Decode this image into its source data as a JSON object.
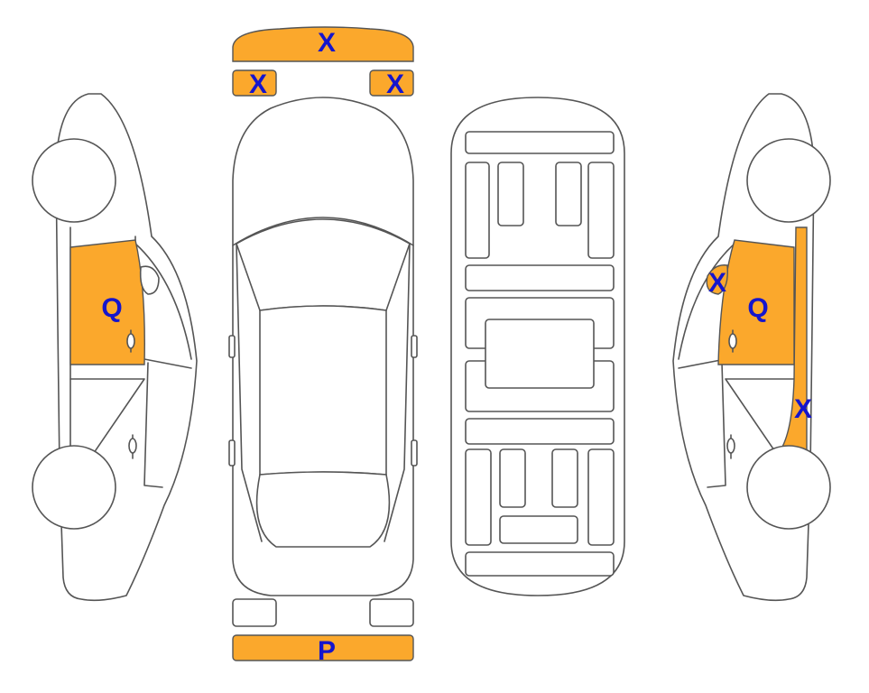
{
  "colors": {
    "damage_fill": "#FBA82C",
    "label_text": "#1515CC",
    "outline": "#555555"
  },
  "markers": {
    "front_bumper": "X",
    "front_left_light": "X",
    "front_right_light": "X",
    "left_front_door": "Q",
    "right_front_door": "Q",
    "right_mirror": "X",
    "right_b_pillar": "X",
    "rear_bumper": "P"
  }
}
